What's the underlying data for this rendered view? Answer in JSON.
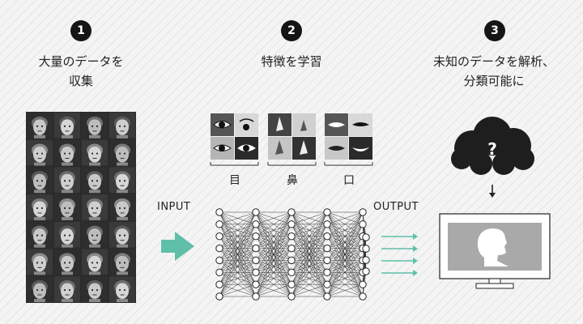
{
  "steps": [
    {
      "number": "1",
      "line1": "大量のデータを",
      "line2": "収集"
    },
    {
      "number": "2",
      "line1": "特徴を学習",
      "line2": ""
    },
    {
      "number": "3",
      "line1": "未知のデータを解析、",
      "line2": "分類可能に"
    }
  ],
  "features": [
    {
      "label": "目",
      "icon": "eye-icon"
    },
    {
      "label": "鼻",
      "icon": "nose-icon"
    },
    {
      "label": "口",
      "icon": "mouth-icon"
    }
  ],
  "io": {
    "input": "INPUT",
    "output": "OUTPUT"
  },
  "unknown": {
    "symbol": "?"
  },
  "network": {
    "layer_sizes": [
      8,
      8,
      8,
      8,
      8,
      4
    ]
  },
  "face_grid": {
    "rows": 7,
    "cols": 4
  },
  "colors": {
    "dark": "#222222",
    "accent": "#5fbfa8",
    "panel": "#a9a9a9",
    "bg": "#f4f4f4"
  }
}
